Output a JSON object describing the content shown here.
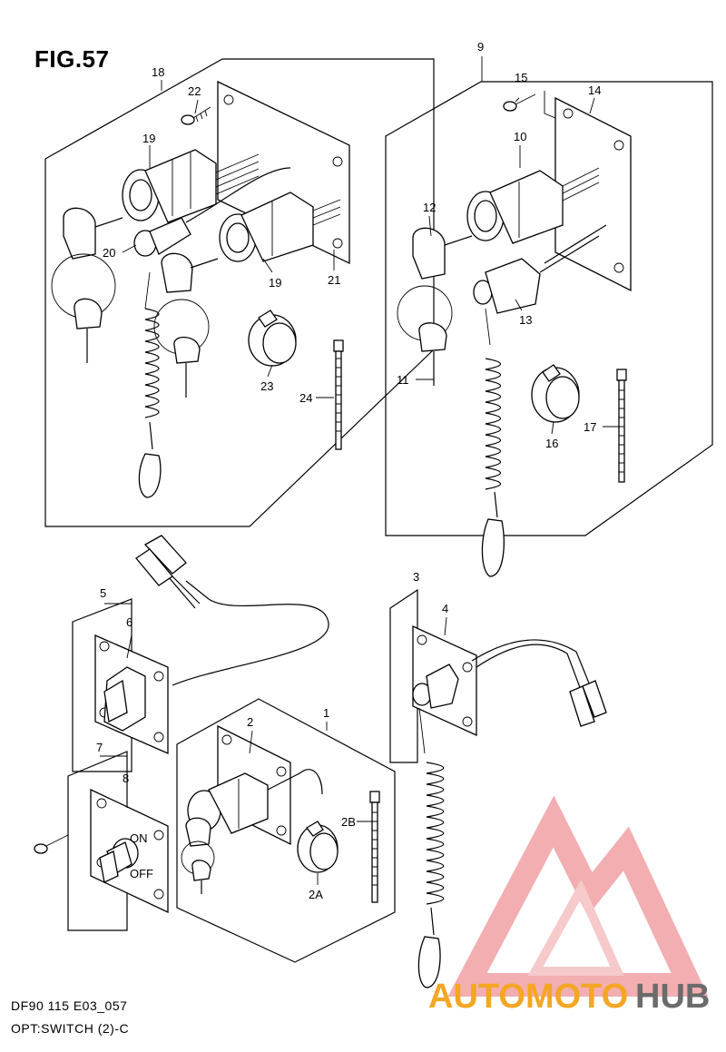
{
  "figure": {
    "title": "FIG.57",
    "footer_line1": "DF90 115 E03_057",
    "footer_line2": "OPT:SWITCH (2)-C"
  },
  "callouts": {
    "c18": "18",
    "c22": "22",
    "c19a": "19",
    "c20": "20",
    "c19b": "19",
    "c21": "21",
    "c23": "23",
    "c24": "24",
    "c9": "9",
    "c15": "15",
    "c14": "14",
    "c10": "10",
    "c12": "12",
    "c13": "13",
    "c11": "11",
    "c16": "16",
    "c17": "17",
    "c5": "5",
    "c6": "6",
    "c3": "3",
    "c4": "4",
    "c1": "1",
    "c2": "2",
    "c7": "7",
    "c8": "8",
    "c2B": "2B",
    "c2A": "2A"
  },
  "switch_marks": {
    "on": "ON",
    "off": "OFF"
  },
  "watermark": {
    "part1": "AUTOMOTO",
    "part2": "HUB",
    "color_red": "#e8404a",
    "color_orange": "#f5a623",
    "color_gray": "#6b6b6b"
  }
}
